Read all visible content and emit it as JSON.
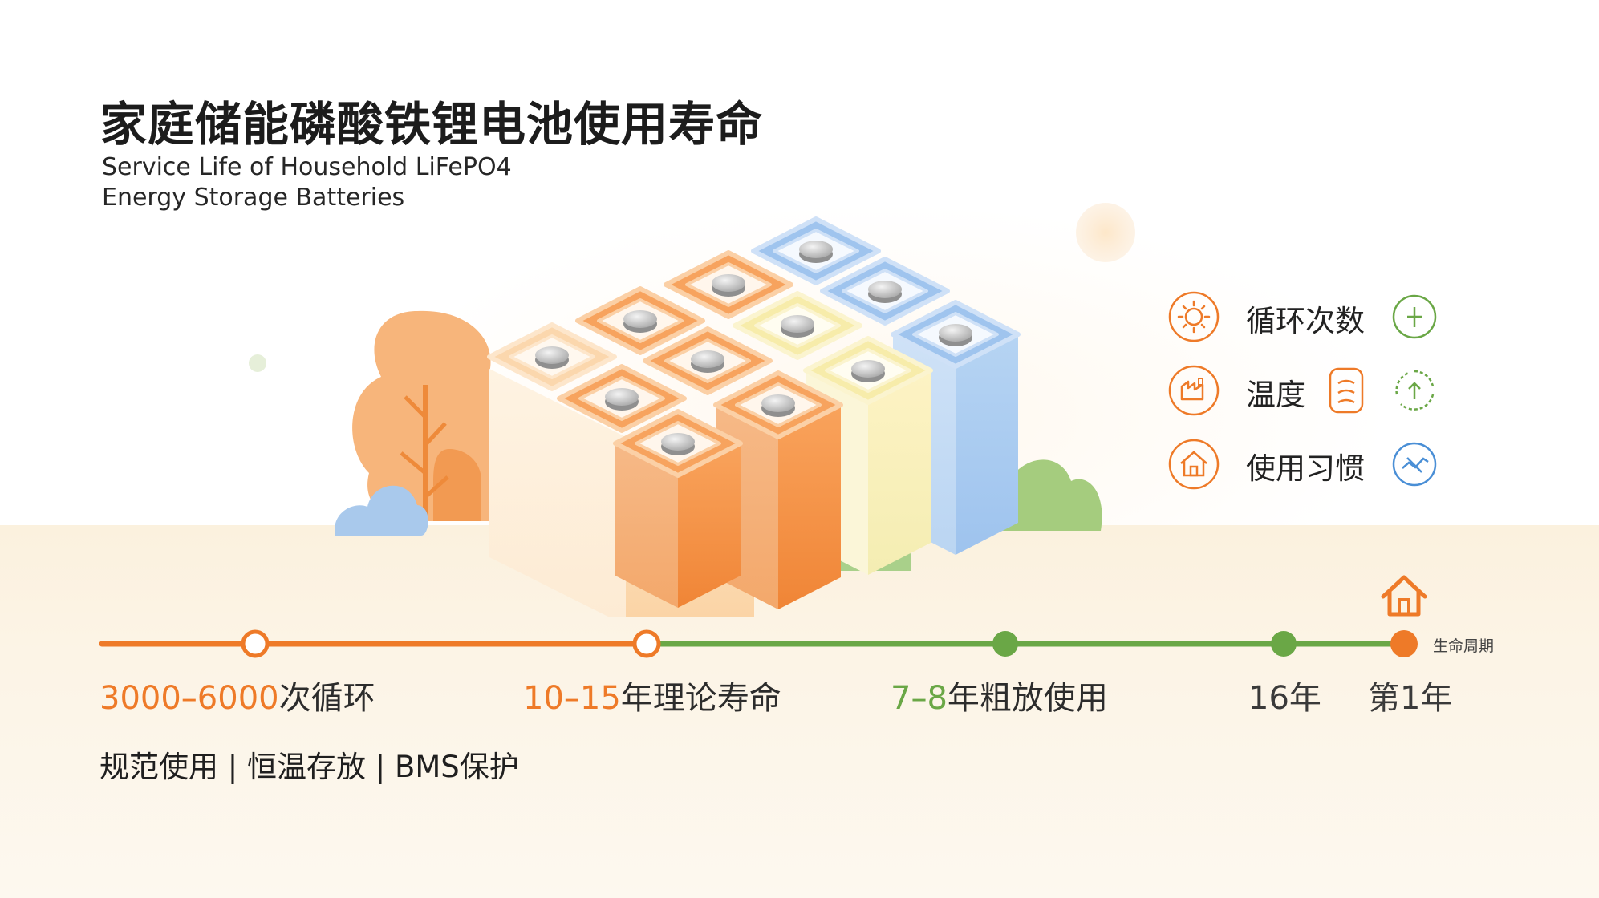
{
  "title": {
    "zh": "家庭储能磷酸铁锂电池使用寿命",
    "en_line1": "Service Life of Household LiFePO4",
    "en_line2": "Energy Storage Batteries"
  },
  "factors": [
    {
      "label": "循环次数",
      "icon": "sun-icon",
      "trail_icon": "leaf-plus-icon"
    },
    {
      "label": "温度",
      "icon": "factory-icon",
      "trail_icon": "recycle-icon"
    },
    {
      "label": "使用习惯",
      "icon": "house-icon",
      "trail_icon": "chart-icon"
    }
  ],
  "timeline": {
    "milestones": [
      {
        "number": "3000–6000",
        "text": "次循环"
      },
      {
        "number": "10–15",
        "text": "年理论寿命"
      },
      {
        "number": "7–8",
        "text": "年粗放使用"
      }
    ],
    "year_16": "16年",
    "year_1": "第1年",
    "lifecycle_label": "生命周期"
  },
  "note": "规范使用 | 恒温存放 | BMS保护",
  "colors": {
    "orange": "#ee7a28",
    "green": "#6aa746",
    "blue": "#4a8fd6",
    "cream": "#fdebd0"
  }
}
